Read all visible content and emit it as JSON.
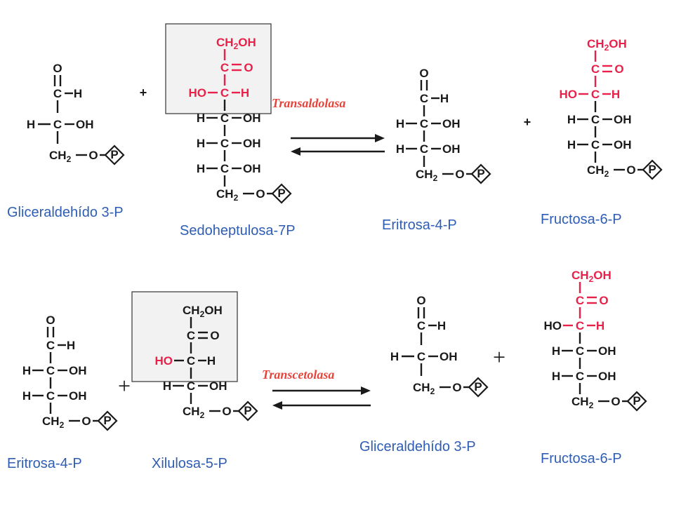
{
  "reactions": [
    {
      "enzyme": "Transaldolasa",
      "substrates": [
        {
          "name": "Gliceraldehído 3-P"
        },
        {
          "name": "Sedoheptulosa-7P"
        }
      ],
      "products": [
        {
          "name": "Eritrosa-4-P"
        },
        {
          "name": "Fructosa-6-P"
        }
      ]
    },
    {
      "enzyme": "Transcetolasa",
      "substrates": [
        {
          "name": "Eritrosa-4-P"
        },
        {
          "name": "Xilulosa-5-P"
        }
      ],
      "products": [
        {
          "name": "Gliceraldehído 3-P"
        },
        {
          "name": "Fructosa-6-P"
        }
      ]
    }
  ],
  "symbols": {
    "plus": "+",
    "phosphate": "P",
    "colors": {
      "bond": "#1a1a1a",
      "highlight": "#e8214a",
      "caption": "#2e5db3",
      "enzyme": "#e8443a",
      "box": "#f2f2f2"
    }
  }
}
